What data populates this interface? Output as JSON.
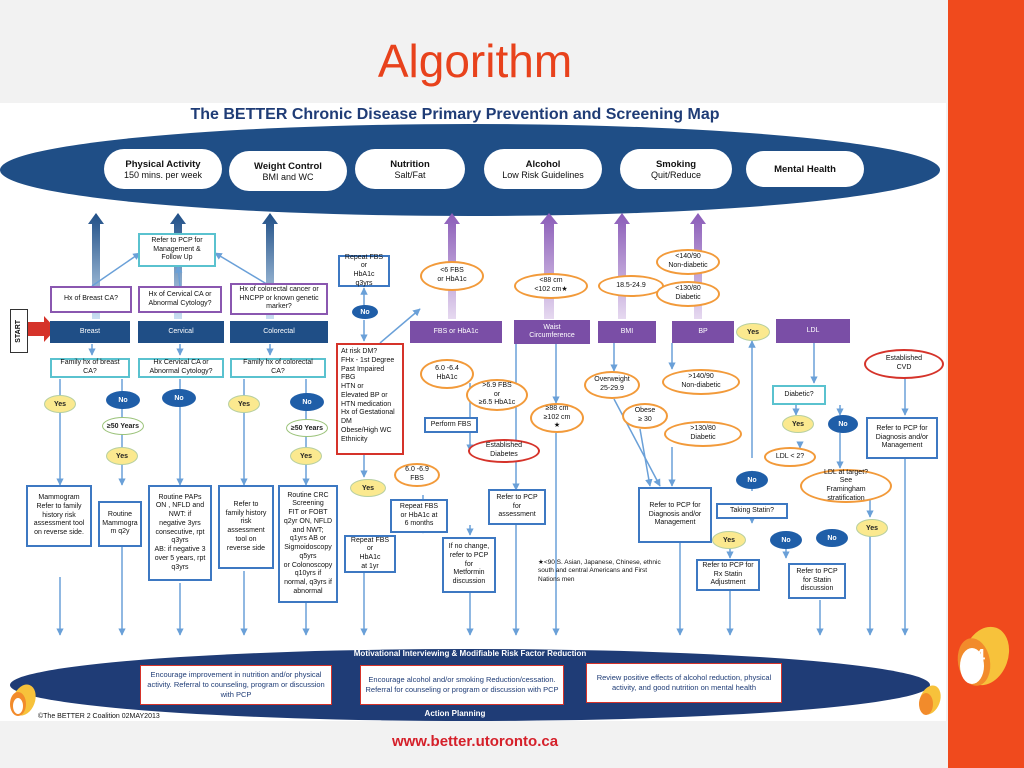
{
  "slide": {
    "title": "Algorithm",
    "page_number": "14",
    "url": "www.better.utoronto.ca"
  },
  "map": {
    "title": "The BETTER Chronic Disease Primary Prevention and Screening Map",
    "start_label": "START",
    "copyright": "©The BETTER 2 Coalition 02MAY2013",
    "pills": [
      {
        "title": "Physical Activity",
        "sub": "150 mins. per week"
      },
      {
        "title": "Weight Control",
        "sub": "BMI and WC"
      },
      {
        "title": "Nutrition",
        "sub": "Salt/Fat"
      },
      {
        "title": "Alcohol",
        "sub": "Low Risk Guidelines"
      },
      {
        "title": "Smoking",
        "sub": "Quit/Reduce"
      },
      {
        "title": "Mental Health",
        "sub": ""
      }
    ],
    "headers": {
      "breast": "Breast",
      "cervical": "Cervical",
      "colorectal": "Colorectal",
      "fbs": "FBS or HbA1c",
      "waist": "Waist\nCircumference",
      "bmi": "BMI",
      "bp": "BP",
      "ldl": "LDL"
    },
    "yes": "Yes",
    "no": "No",
    "boxes": {
      "refer_mgmt_follow": "Refer to PCP for\nManagement &\nFollow Up",
      "hx_breast": "Hx of Breast CA?",
      "hx_cervical": "Hx of Cervical CA or\nAbnormal Cytology?",
      "hx_colorectal": "Hx of colorectal cancer or\nHNCPP or known genetic\nmarker?",
      "fam_breast": "Family hx of breast\nCA?",
      "hx_cervical2": "Hx Cervical CA or\nAbnormal Cytology?",
      "fam_colorectal": "Family hx of colorectal\nCA?",
      "age50_a": "≥50 Years",
      "age50_b": "≥50 Years",
      "mammogram": "Mammogram\nRefer to family\nhistory risk\nassessment tool\non reverse side.",
      "routine_mammo": "Routine\nMammogra\nm q2y",
      "paps": "Routine PAPs\nON , NFLD and\nNWT: if\nnegative 3yrs\nconsecutive, rpt\nq3yrs\nAB: if negative 3\nover 5 years, rpt\nq3yrs",
      "refer_family": "Refer to\nfamily history\nrisk\nassessment\ntool on\nreverse side",
      "crc": "Routine CRC\nScreening\nFIT or FOBT\nq2yr ON, NFLD\nand NWT;\nq1yrs AB or\nSigmoidoscopy\nq5yrs\nor Colonoscopy\nq10yrs if\nnormal, q3yrs if\nabnormal",
      "repeat_fbs": "Repeat FBS or\nHbA1c\nq3yrs",
      "at_risk": "At risk DM?\nFHx - 1st Degree\nPast Impaired\nFBG\nHTN or\nElevated BP or\nHTN medication\nHx of Gestational\nDM\nObese/High WC\nEthnicity",
      "fbs_lt6": "<6  FBS\nor HbA1c",
      "a1c_60_64": "6.0 -6.4\nHbA1c",
      "fbs_gt69": ">6.9 FBS\nor\n≥6.5 HbA1c",
      "perform_fbs": "Perform FBS",
      "est_diabetes": "Established\nDiabetes",
      "fbs_60_69": "6.0 -6.9\nFBS",
      "repeat_fbs6": "Repeat FBS\nor HbA1c at\n6 months",
      "repeat_fbs1": "Repeat FBS or\nHbA1c\nat 1yr",
      "no_change": "If no change,\nrefer to PCP\nfor\nMetformin\ndiscussion",
      "refer_assess": "Refer to PCP\nfor\nassessment",
      "waist_lt": "<88 cm\n<102 cm★",
      "waist_ge": "≥88 cm\n≥102 cm\n★",
      "bmi_range": "18.5-24.9",
      "overweight": "Overweight\n25-29.9",
      "obese": "Obese\n≥ 30",
      "bp_lt_nd": "<140/90\nNon-diabetic",
      "bp_lt_d": "<130/80\nDiabetic",
      "bp_gt_nd": ">140/90\nNon-diabetic",
      "bp_gt_d": ">130/80\nDiabetic",
      "refer_diag_left": "Refer to PCP for\nDiagnosis  and/or\nManagement",
      "est_cvd": "Established\nCVD",
      "diabetic_q": "Diabetic?",
      "ldl_lt2": "LDL < 2?",
      "ldl_target": "LDL at target?\nSee\nFramingham\nstratification",
      "taking_statin": "Taking Statin?",
      "rx_statin": "Refer to PCP for\nRx Statin\nAdjustment",
      "statin_disc": "Refer to PCP\nfor Statin\ndiscussion",
      "refer_diag_right": "Refer to PCP for\nDiagnosis and/or\nManagement"
    },
    "ethnicity_note": "★<90 S. Asian, Japanese, Chinese, ethnic\nsouth and central Americans and First\nNations men",
    "bottom": {
      "banner": "Motivational Interviewing & Modifiable Risk Factor Reduction",
      "box1": "Encourage improvement in nutrition and/or physical activity. Referral to counseling, program or discussion with PCP",
      "box2": "Encourage alcohol and/or smoking Reduction/cessation. Referral for counseling or program  or discussion with PCP",
      "box3": "Review positive effects of alcohol reduction, physical activity, and good nutrition on mental health",
      "action": "Action Planning"
    }
  },
  "colors": {
    "accent": "#e8421c",
    "navy": "#1f4e86",
    "purple": "#7a4ea6",
    "blue_border": "#3d78c2",
    "red": "#d5332a",
    "orange": "#f29a3a"
  }
}
